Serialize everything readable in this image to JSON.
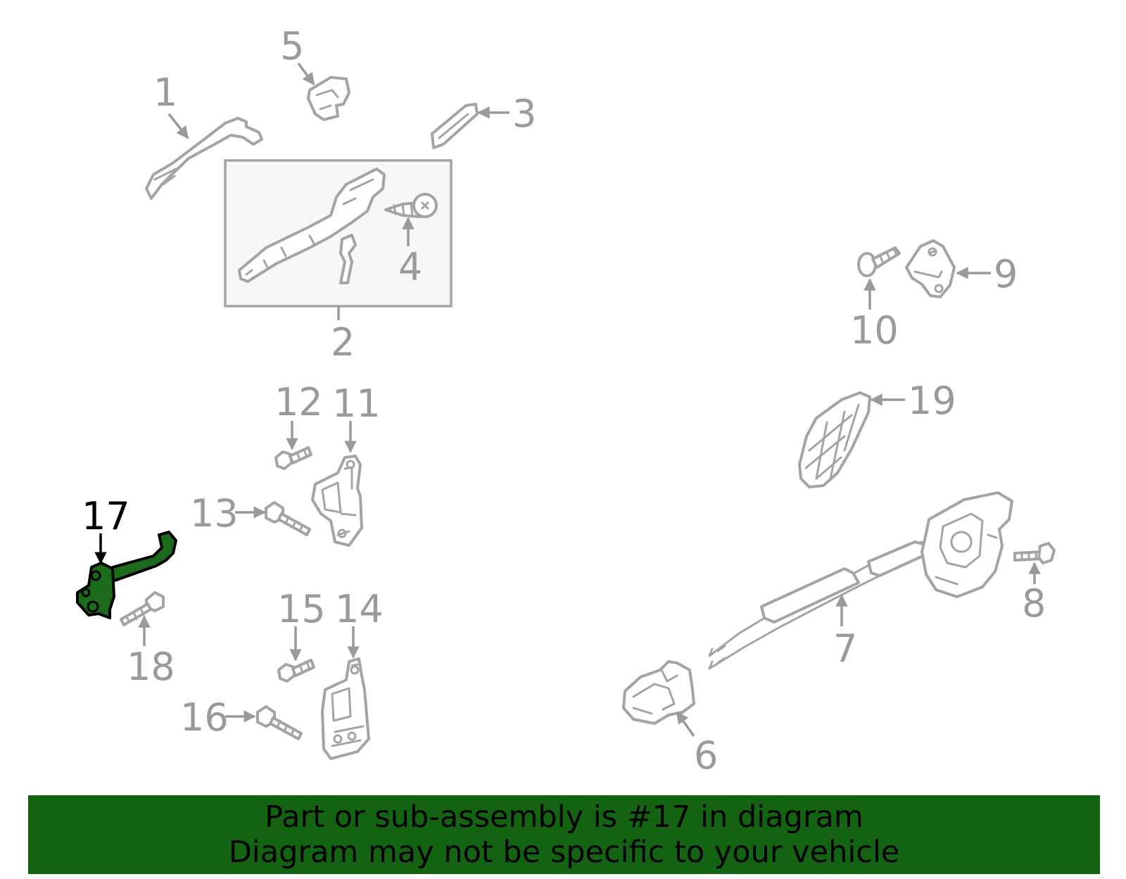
{
  "callouts": [
    "1",
    "2",
    "3",
    "4",
    "5",
    "6",
    "7",
    "8",
    "9",
    "10",
    "11",
    "12",
    "13",
    "14",
    "15",
    "16",
    "17",
    "18",
    "19"
  ],
  "highlighted_callout": "17",
  "colors": {
    "highlight_fill": "#1c6b1c",
    "banner_background": "#136313",
    "part_outline": "#a4a4a4",
    "callout_text": "#9a9a9a"
  },
  "banner": {
    "line1": "Part or sub-assembly is #17 in diagram",
    "line2": "Diagram may not be specific to your vehicle"
  }
}
